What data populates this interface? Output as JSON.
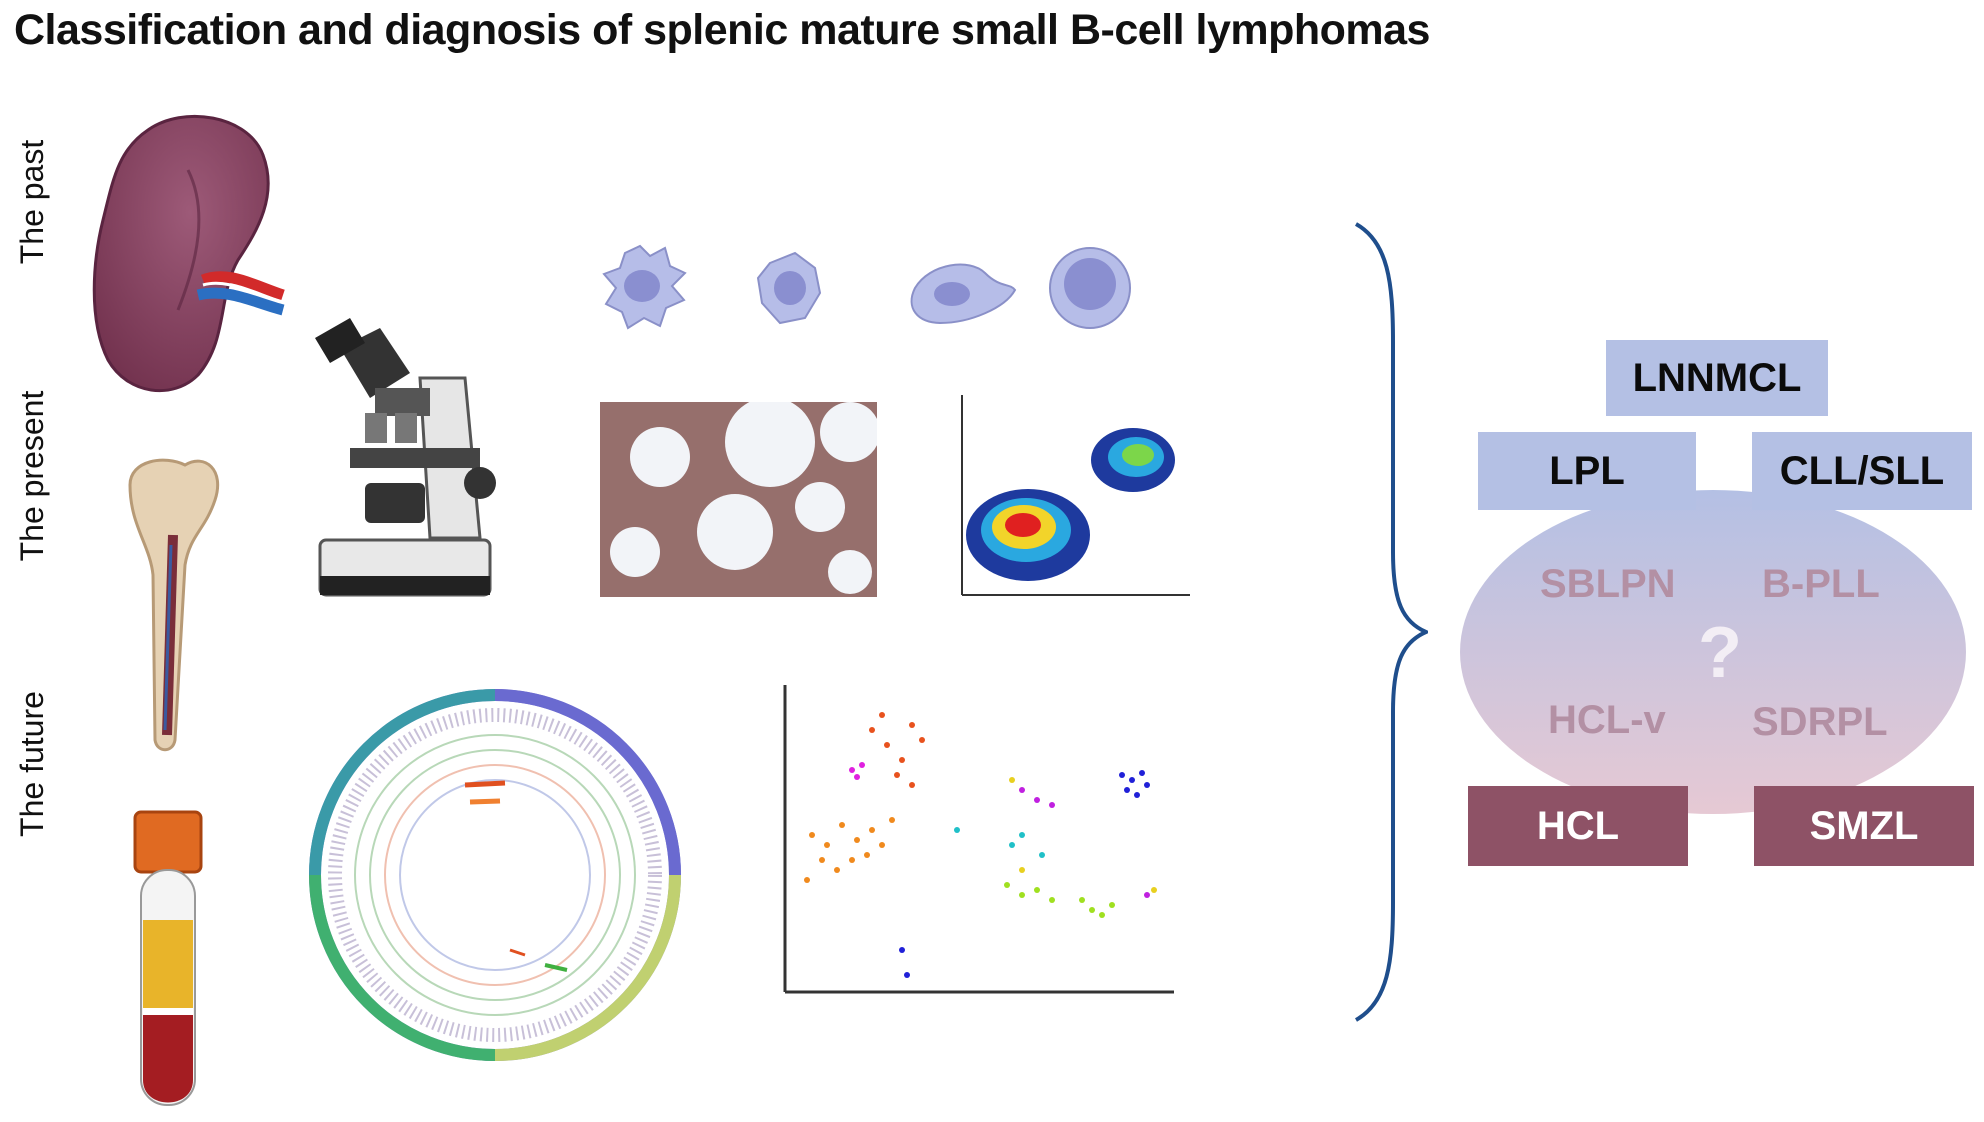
{
  "title": "Classification and diagnosis of splenic mature small B-cell lymphomas",
  "rows": [
    {
      "label": "The past"
    },
    {
      "label": "The present"
    },
    {
      "label": "The future"
    }
  ],
  "entities": {
    "lnnmcl": "LNNMCL",
    "lpl": "LPL",
    "cll_sll": "CLL/SLL",
    "sblpn": "SBLPN",
    "b_pll": "B-PLL",
    "question": "?",
    "hcl_v": "HCL-v",
    "sdrpl": "SDRPL",
    "hcl": "HCL",
    "smzl": "SMZL"
  },
  "colors": {
    "box_light": "#b4c0e4",
    "box_dark": "#8e5266",
    "faded_text": "#b390a4",
    "brace": "#1f4e8c"
  },
  "icons": [
    "spleen-icon",
    "bone-icon",
    "blood-tube-icon",
    "microscope-icon",
    "cell-icons",
    "histology-image",
    "flow-cytometry-plot",
    "circos-plot",
    "tsne-scatter-plot"
  ]
}
